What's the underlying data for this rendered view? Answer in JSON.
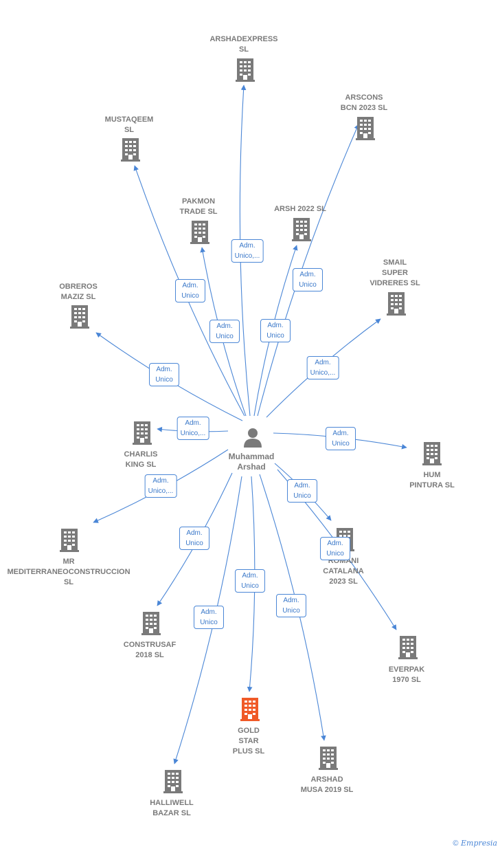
{
  "center": {
    "name": "Muhammad\nArshad"
  },
  "colors": {
    "edge": "#4a86d6",
    "building": "#7a7a7a",
    "highlight": "#f05a28",
    "person": "#7a7a7a"
  },
  "companies": [
    {
      "id": "arshadexpress",
      "label": "ARSHADEXPRESS\nSL",
      "role": "Adm.\nUnico,...",
      "icon": "building-icon"
    },
    {
      "id": "arscons",
      "label": "ARSCONS\nBCN 2023  SL",
      "role": "Adm.\nUnico",
      "icon": "building-icon"
    },
    {
      "id": "mustaqeem",
      "label": "MUSTAQEEM\nSL",
      "role": "Adm.\nUnico",
      "icon": "building-icon"
    },
    {
      "id": "pakmon",
      "label": "PAKMON\nTRADE SL",
      "role": "Adm.\nUnico",
      "icon": "building-icon"
    },
    {
      "id": "arsh2022",
      "label": "ARSH 2022  SL",
      "role": "Adm.\nUnico",
      "icon": "building-icon"
    },
    {
      "id": "smail",
      "label": "SMAIL\nSUPER\nVIDRERES  SL",
      "role": "Adm.\nUnico,...",
      "icon": "building-icon"
    },
    {
      "id": "obreros",
      "label": "OBREROS\nMAZIZ  SL",
      "role": "Adm.\nUnico",
      "icon": "building-icon"
    },
    {
      "id": "charlis",
      "label": "CHARLIS\nKING SL",
      "role": "Adm.\nUnico,...",
      "icon": "building-icon"
    },
    {
      "id": "hum",
      "label": "HUM\nPINTURA  SL",
      "role": "Adm.\nUnico",
      "icon": "building-icon"
    },
    {
      "id": "mr",
      "label": "MR\nMEDITERRANEOCONSTRUCCION\nSL",
      "role": "Adm.\nUnico,...",
      "icon": "building-icon"
    },
    {
      "id": "romani",
      "label": "ROMANI\nCATALANA\n2023  SL",
      "role": "Adm.\nUnico",
      "icon": "building-icon"
    },
    {
      "id": "everpak",
      "label": "EVERPAK\n1970  SL",
      "role": "Adm.\nUnico",
      "icon": "building-icon"
    },
    {
      "id": "construsaf",
      "label": "CONSTRUSAF\n2018  SL",
      "role": "Adm.\nUnico",
      "icon": "building-icon"
    },
    {
      "id": "goldstar",
      "label": "GOLD\nSTAR\nPLUS  SL",
      "role": "Adm.\nUnico",
      "icon": "building-icon",
      "highlight": true
    },
    {
      "id": "halliwell",
      "label": "HALLIWELL\nBAZAR  SL",
      "role": "Adm.\nUnico",
      "icon": "building-icon"
    },
    {
      "id": "arshadmusa",
      "label": "ARSHAD\nMUSA 2019  SL",
      "role": "Adm.\nUnico",
      "icon": "building-icon"
    }
  ],
  "footer": {
    "copyright": "©",
    "brand": "Empresia"
  }
}
